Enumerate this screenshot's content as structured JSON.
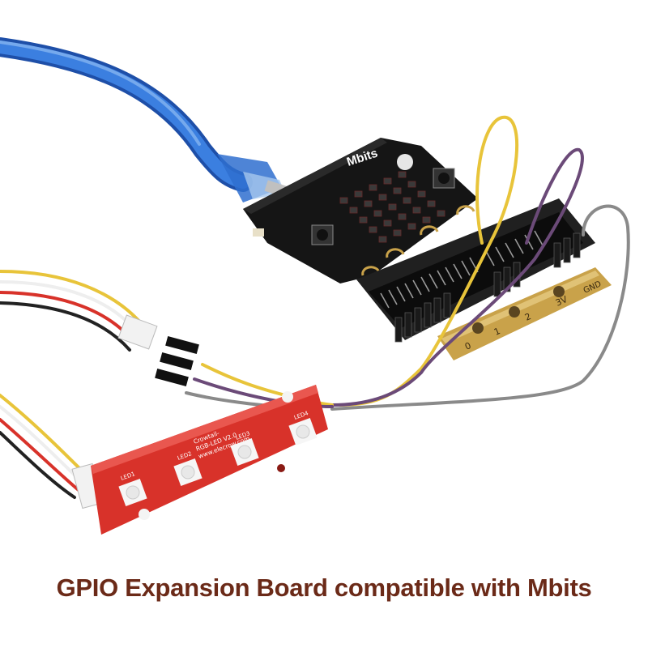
{
  "caption": "GPIO Expansion Board compatible with Mbits",
  "board": {
    "brand": "Mbits",
    "edge_labels": [
      "0",
      "1",
      "2",
      "3V",
      "GND"
    ]
  },
  "led_module": {
    "brand_text": "Crowtail-",
    "model_text": "RGB-LED V2.0",
    "url_text": "www.elecrow.com",
    "led_labels": [
      "LED1",
      "LED2",
      "LED3",
      "LED4"
    ]
  },
  "colors": {
    "caption": "#6b2a18",
    "usb_cable": "#2f6fcf",
    "board": "#141414",
    "pcb_red": "#d8322a",
    "gold": "#c9a24a",
    "wire_yellow": "#e8c43a",
    "wire_purple": "#6b4a78",
    "wire_gray": "#8a8a8a"
  }
}
